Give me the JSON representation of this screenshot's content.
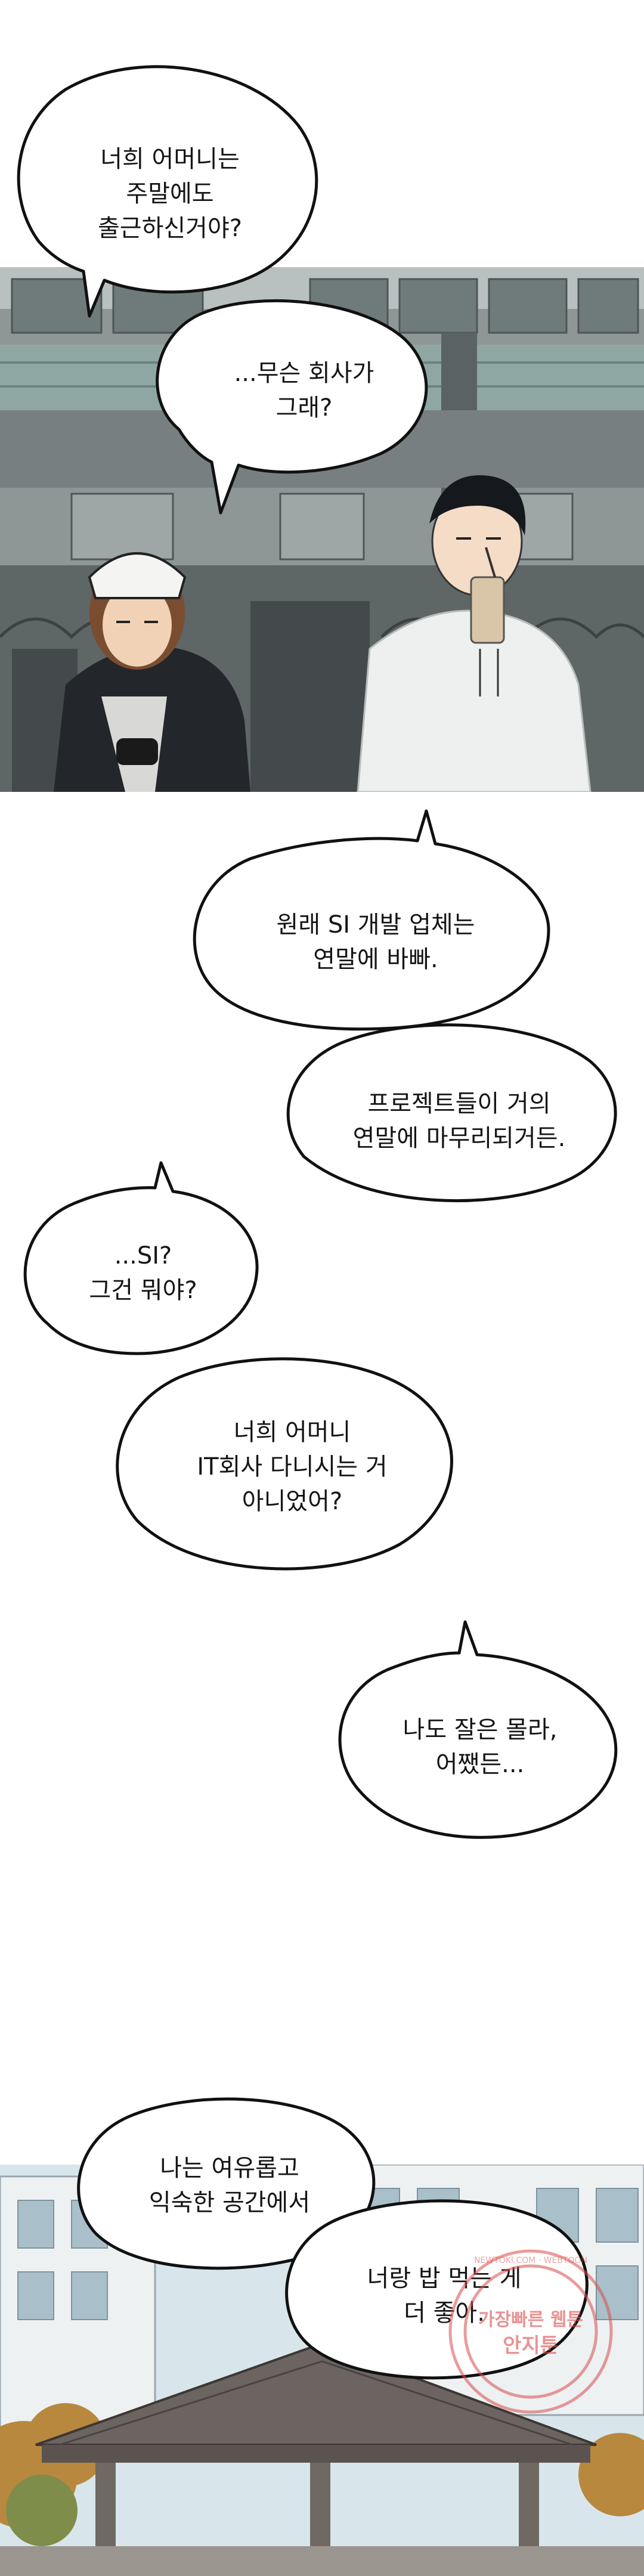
{
  "bubbles": [
    {
      "lines": [
        "너희 어머니는",
        "주말에도",
        "출근하신거야?"
      ]
    },
    {
      "lines": [
        "...무슨 회사가",
        "그래?"
      ]
    },
    {
      "lines": [
        "원래 SI 개발 업체는",
        "연말에 바빠."
      ]
    },
    {
      "lines": [
        "프로젝트들이 거의",
        "연말에 마무리되거든."
      ]
    },
    {
      "lines": [
        "...SI?",
        "그건 뭐야?"
      ]
    },
    {
      "lines": [
        "너희 어머니",
        "IT회사 다니시는 거",
        "아니었어?"
      ]
    },
    {
      "lines": [
        "나도 잘은 몰라,",
        "어쨌든..."
      ]
    },
    {
      "lines": [
        "나는 여유롭고",
        "익숙한 공간에서"
      ]
    },
    {
      "lines": [
        "너랑 밥 먹는 게",
        "더 좋아."
      ]
    }
  ],
  "watermark": {
    "line1": "가장빠른 웹툰",
    "line2": "안지툰",
    "ring": "NEWTOKI.COM · WEBTOON"
  },
  "colors": {
    "bubble_fill": "#ffffff",
    "bubble_stroke": "#111111",
    "watermark": "#d94c4c"
  }
}
